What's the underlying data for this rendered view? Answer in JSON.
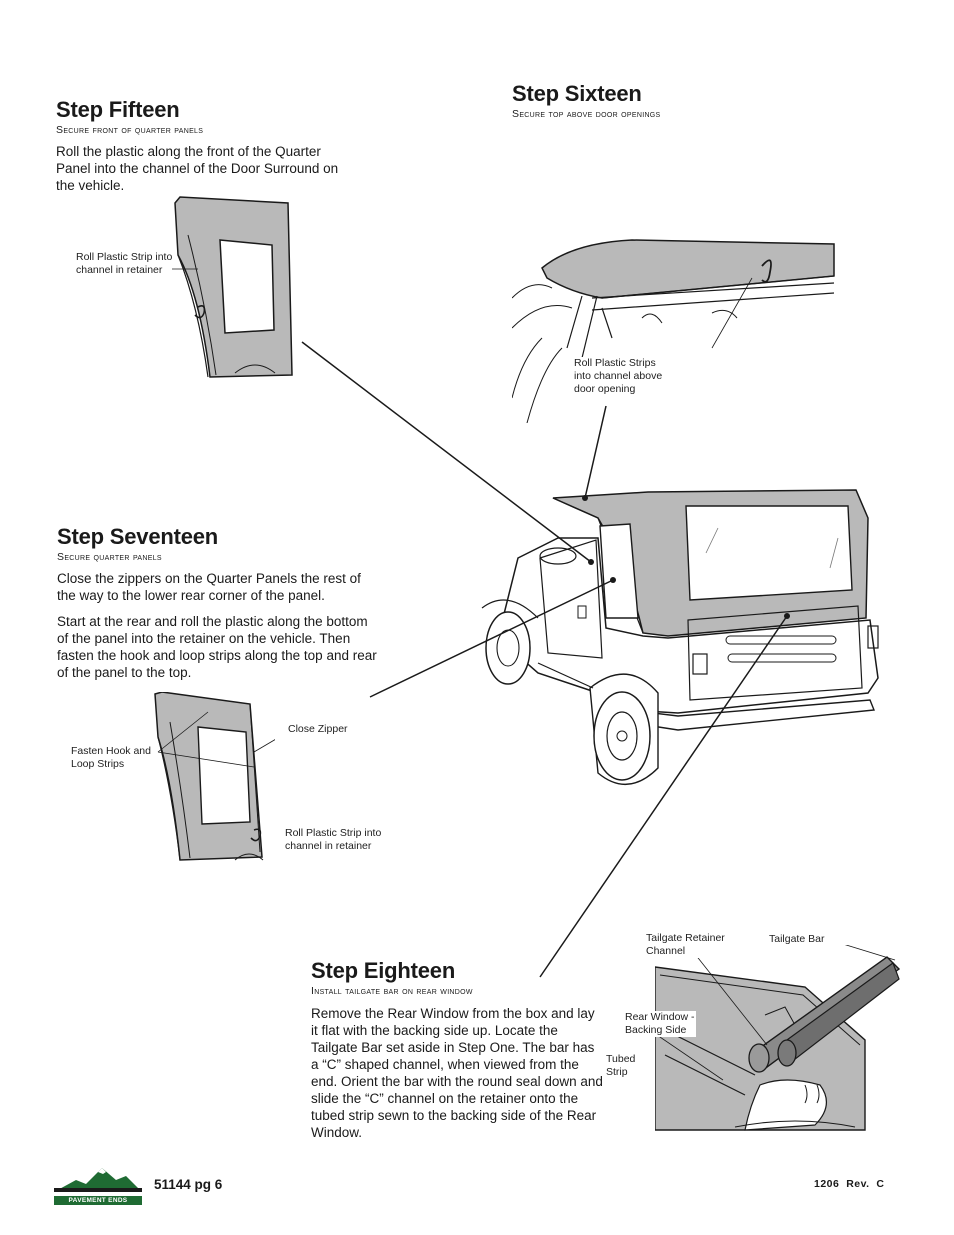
{
  "step15": {
    "title": "Step Fifteen",
    "subtitle": "Secure Front of Quarter Panels",
    "body": "Roll the plastic along the front of the Quarter Panel into the channel of the Door Surround on the vehicle.",
    "callout_roll_line1": "Roll Plastic Strip into",
    "callout_roll_line2": "channel in retainer"
  },
  "step16": {
    "title": "Step Sixteen",
    "subtitle": "Secure Top above Door Openings",
    "callout_line1": "Roll Plastic Strips",
    "callout_line2": "into channel above",
    "callout_line3": "door opening"
  },
  "step17": {
    "title": "Step Seventeen",
    "subtitle": "Secure Quarter Panels",
    "body_p1": "Close the zippers on the Quarter Panels the rest of the way to the lower rear corner of the panel.",
    "body_p2": "Start at the rear and roll the plastic along the bottom of the panel into the retainer on the vehicle. Then fasten the hook and loop strips along the top and rear of the panel to the top.",
    "callout_close_zipper": "Close Zipper",
    "callout_hook_line1": "Fasten Hook and",
    "callout_hook_line2": "Loop Strips",
    "callout_roll_line1": "Roll Plastic Strip into",
    "callout_roll_line2": "channel in retainer"
  },
  "step18": {
    "title": "Step Eighteen",
    "subtitle": "Install Tailgate Bar on Rear Window",
    "body": "Remove the Rear Window from the box and lay it flat with the backing side up. Locate the Tailgate Bar set aside in Step One. The bar has a “C” shaped channel, when viewed from the end. Orient the bar with the round seal down and slide the “C” channel on the retainer onto the tubed strip sewn to the backing side of the Rear Window.",
    "callout_retainer_line1": "Tailgate Retainer",
    "callout_retainer_line2": "Channel",
    "callout_tailgate_bar": "Tailgate Bar",
    "callout_backing_line1": "Rear Window -",
    "callout_backing_line2": "Backing Side",
    "callout_tubed_line1": "Tubed",
    "callout_tubed_line2": "Strip"
  },
  "footer": {
    "logo_text": "PAVEMENT ENDS",
    "page_label": "51144  pg 6",
    "revision": "1206  Rev.  C"
  },
  "colors": {
    "fabric_gray": "#b9b9b9",
    "line_dark": "#1a1a1a",
    "logo_green": "#1f6b33"
  }
}
